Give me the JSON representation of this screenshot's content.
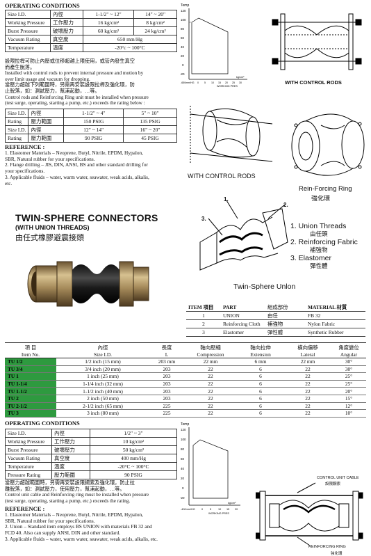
{
  "top": {
    "heading": "OPERATING CONDITIONS",
    "rows": [
      {
        "en": "Size I.D.",
        "zh": "內徑",
        "a": "1-1/2\" ~ 12\"",
        "b": "14\" ~ 20\""
      },
      {
        "en": "Working Pressure",
        "zh": "工作壓力",
        "a": "16 kg/cm²",
        "b": "8 kg/cm²"
      },
      {
        "en": "Burst Pressure",
        "zh": "破壞壓力",
        "a": "60 kg/cm²",
        "b": "24 kg/cm²"
      },
      {
        "en": "Vacuum Rating",
        "zh": "真空度",
        "v": "650 mm/Hg"
      },
      {
        "en": "Temperature",
        "zh": "溫度",
        "v": "-20°c ~ 100°C"
      }
    ],
    "para": [
      "設限拉桿可防止內壓或位移超越上限使用，或管內發生真空",
      "而產生脫落。",
      "Installed with control rods to prevent internal pressure and motion by",
      "over limit usage and vacuum for dropping.",
      "當壓力超越下列範圍時，另需再安裝設限拉桿及強化環，防",
      "止脫落，如：測試壓力，幫浦起動，…等。",
      "Control rods and Reinforcing Ring unit must be installed when pressure",
      "(test surge, operating, starting a pump, etc.) exceeds the rating below :"
    ],
    "rating_rows": [
      {
        "en": "Size I.D.",
        "zh": "內徑",
        "a": "1-1/2\" ~ 4\"",
        "b": "5\" ~ 10\""
      },
      {
        "en": "Rating",
        "zh": "壓力範圍",
        "a": "150 PSIG",
        "b": "135 PSIG"
      },
      {
        "en": "Size I.D.",
        "zh": "內徑",
        "a": "12\" ~ 14\"",
        "b": "16\" ~ 20\""
      },
      {
        "en": "Rating",
        "zh": "壓力範圍",
        "a": "90 PSIG",
        "b": "45 PSIG"
      }
    ],
    "ref_heading": "REFERENCE :",
    "ref": [
      "1. Elastomer Materials – Neoprene, Butyl, Nitrile, EPDM, Hypalon,",
      "    SBR, Natural rubber for your specifications.",
      "2. Flange drilling – JIS, DIN, ANSI, BS and other standard drilling for",
      "    your specifications.",
      "3. Applicable fluids – water, warm water, seawater, weak acids, alkalis,",
      "    etc."
    ]
  },
  "graph": {
    "y_label": "Temp",
    "ticks": [
      "120",
      "100",
      "80",
      "60",
      "40",
      "20",
      "0",
      "-20"
    ],
    "x_ticks": [
      "-650mm/HG",
      "0",
      "5",
      "10",
      "15",
      "20",
      "25",
      "30"
    ],
    "x_label1": "kg/cm²",
    "x_label2": "WORKING PRES"
  },
  "labels": {
    "with_control_rods_top": "WITH CONTROL RODS",
    "with_control_rods": "WITH CONTROL RODS",
    "reinforcing_ring": "Rein-Forcing Ring",
    "reinforcing_ring_zh": "強化環",
    "twin_sphere_union": "Twin-Sphere Unlon",
    "num1": "1.",
    "num2": "2.",
    "num3": "3."
  },
  "legend": [
    {
      "en": "1. Union Threads",
      "zh": "由任頭"
    },
    {
      "en": "2. Reinforcing Fabric",
      "zh": "補強物"
    },
    {
      "en": "3. Elastomer",
      "zh": "彈性體"
    }
  ],
  "title": {
    "main": "TWIN-SPHERE CONNECTORS",
    "sub": "(WITH UNION THREADS)",
    "zh": "由任式橡膠避震接頭"
  },
  "parts": {
    "header": {
      "item": "ITEM 項目",
      "part": "PART",
      "part_zh": "組成部份",
      "mat": "MATERIAL 材質"
    },
    "rows": [
      {
        "item": "1",
        "part": "UNION",
        "zh": "由任",
        "mat": "FB 32"
      },
      {
        "item": "2",
        "part": "Reinforcing Cloth",
        "zh": "補強物",
        "mat": "Nylon Fabric"
      },
      {
        "item": "3",
        "part": "Elastomer",
        "zh": "彈性體",
        "mat": "Synthetic Rubber"
      }
    ]
  },
  "items": {
    "header_zh": [
      "項 目",
      "內徑",
      "長度",
      "軸向壓縮",
      "軸向拉伸",
      "橫向偏移",
      "角度變位"
    ],
    "header_en": [
      "Item No.",
      "Size I.D.",
      "L",
      "Compression",
      "Extension",
      "Lateral",
      "Angular"
    ],
    "rows": [
      [
        "TU 1/2",
        "1/2 inch (15 mm)",
        "203 mm",
        "22 mm",
        "6 mm",
        "22 mm",
        "30°"
      ],
      [
        "TU 3/4",
        "3/4 inch (20 mm)",
        "203",
        "22",
        "6",
        "22",
        "30°"
      ],
      [
        "TU 1",
        "1 inch (25 mm)",
        "203",
        "22",
        "6",
        "22",
        "25°"
      ],
      [
        "TU 1-1/4",
        "1-1/4 inch (32 mm)",
        "203",
        "22",
        "6",
        "22",
        "25°"
      ],
      [
        "TU 1-1/2",
        "1-1/2 inch (40 mm)",
        "203",
        "22",
        "6",
        "22",
        "20°"
      ],
      [
        "TU 2",
        "2 inch (50 mm)",
        "203",
        "22",
        "6",
        "22",
        "15°"
      ],
      [
        "TU 2-1/2",
        "2-1/2 inch (65 mm)",
        "225",
        "22",
        "6",
        "22",
        "12°"
      ],
      [
        "TU 3",
        "3 inch (80 mm)",
        "225",
        "22",
        "6",
        "22",
        "10°"
      ]
    ]
  },
  "bottom": {
    "heading": "OPERATING CONDITIONS",
    "rows": [
      {
        "en": "Size I.D.",
        "zh": "內徑",
        "v": "1/2\" ~ 3\""
      },
      {
        "en": "Working Pressure",
        "zh": "工作壓力",
        "v": "10 kg/cm²"
      },
      {
        "en": "Burst Pressure",
        "zh": "破壞壓力",
        "v": "50 kg/cm²"
      },
      {
        "en": "Vacuum Rating",
        "zh": "真空度",
        "v": "400 mm/Hg"
      },
      {
        "en": "Temperature",
        "zh": "溫度",
        "v": "-20°C ~ 100°C"
      },
      {
        "en": "Pressure Rating",
        "zh": "壓力範圍",
        "v": "90 PSIG"
      }
    ],
    "para": [
      "當壓力超越範圍時，另需再安裝設限鋼索及強化環，防止拉",
      "離脫落，如：測試壓力，使用壓力，幫浦起動，…等。",
      "Control unit cable and Reinforcing ring must be installed when pressure",
      "(test surge, operating, starting a pump, etc.) exceeds the rating."
    ],
    "ref_heading": "REFERENCE :",
    "ref": [
      "1. Elastomer Materials – Neoprene, Butyl, Nitrile, EPDM, Hypalon,",
      "    SBR, Natural rubber for your specifications.",
      "2. Union – Standard item employs BS UNION with materials FB 32 and",
      "    FCD 40. Also can supply ANSI, DIN and other standard.",
      "3. Applicable fluids – water, warm water, seawater, weak acids, alkalis, etc."
    ],
    "control_unit_cable": "CONTROL UNIT CABLE",
    "control_unit_cable_zh": "設限鋼索",
    "reinforcing_ring": "REINFORCING RING",
    "reinforcing_ring_zh": "強化環"
  },
  "graph2": {
    "y_label": "Temp",
    "ticks": [
      "120",
      "100",
      "80",
      "60",
      "40",
      "20",
      "0",
      "-20"
    ],
    "x_ticks": [
      "-400mm/HG",
      "0",
      "5",
      "10",
      "15",
      "20"
    ],
    "x_label1": "kg/cm²",
    "x_label2": "WORKING PRES"
  }
}
